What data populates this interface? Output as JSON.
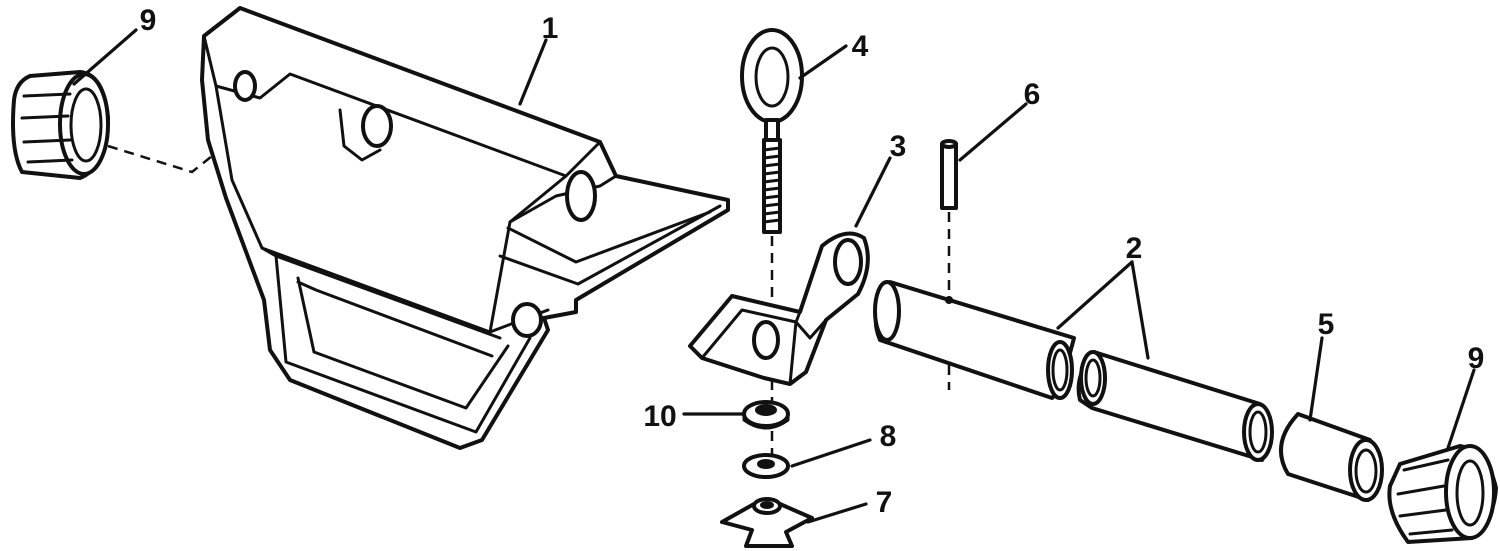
{
  "callouts": {
    "c1": "1",
    "c2": "2",
    "c3": "3",
    "c4": "4",
    "c5": "5",
    "c6": "6",
    "c7": "7",
    "c8": "8",
    "c9_left": "9",
    "c9_right": "9",
    "c10": "10"
  },
  "colors": {
    "line": "#111111",
    "background": "#ffffff"
  }
}
